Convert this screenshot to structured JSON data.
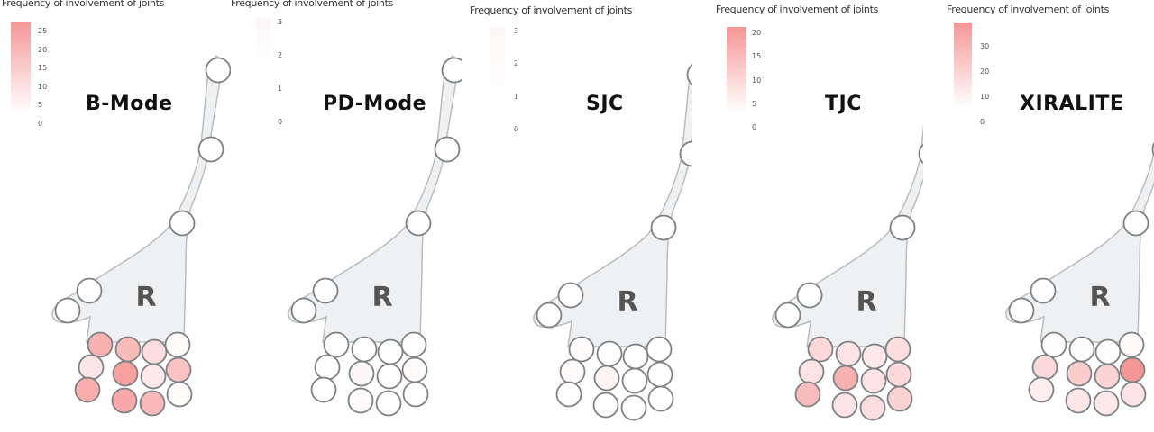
{
  "chart_data": {
    "type": "heatmap",
    "subtype": "hand-joint-diagram",
    "side_label": "R",
    "color_low": "#ffffff",
    "color_high": "#f58a8a",
    "joint_layout": {
      "rows": [
        "MCP",
        "PIP",
        "DIP"
      ],
      "columns_left_to_right": [
        "finger-1",
        "finger-2",
        "finger-3",
        "finger-4"
      ],
      "extra_joints": [
        "thumb-IP",
        "thumb-MCP",
        "wrist-1",
        "wrist-2",
        "wrist-3"
      ]
    },
    "panels": [
      {
        "title": "B-Mode",
        "legend_title": "Frequency of involvement of joints",
        "legend_ticks": [
          "25",
          "20",
          "15",
          "10",
          "5",
          "0"
        ],
        "scale_max": 27,
        "values": {
          "MCP": [
            18,
            16,
            8,
            1
          ],
          "PIP": [
            6,
            22,
            5,
            14
          ],
          "DIP": [
            19,
            20,
            16,
            1
          ],
          "thumb": [
            0,
            0
          ],
          "wrist": [
            0,
            0,
            0
          ]
        }
      },
      {
        "title": "PD-Mode",
        "legend_title": "Frequency of involvement of joints",
        "legend_ticks": [
          "3",
          "2",
          "1",
          "0"
        ],
        "scale_max": 3,
        "values": {
          "MCP": [
            0,
            0,
            0,
            0
          ],
          "PIP": [
            0,
            0.2,
            0,
            0.1
          ],
          "DIP": [
            0,
            0.1,
            0,
            0
          ],
          "thumb": [
            0,
            0
          ],
          "wrist": [
            0,
            0,
            0
          ]
        }
      },
      {
        "title": "SJC",
        "legend_title": "Frequency of involvement of joints",
        "legend_ticks": [
          "3",
          "2",
          "1",
          "0"
        ],
        "scale_max": 3,
        "values": {
          "MCP": [
            0.1,
            0,
            0,
            0
          ],
          "PIP": [
            0.1,
            0.3,
            0,
            0
          ],
          "DIP": [
            0,
            0,
            0,
            0
          ],
          "thumb": [
            0,
            0
          ],
          "wrist": [
            0,
            0,
            0
          ]
        }
      },
      {
        "title": "TJC",
        "legend_title": "Frequency of involvement of joints",
        "legend_ticks": [
          "20",
          "15",
          "10",
          "5",
          "0"
        ],
        "scale_max": 21,
        "values": {
          "MCP": [
            7,
            5,
            4,
            6
          ],
          "PIP": [
            5,
            14,
            5,
            7
          ],
          "DIP": [
            12,
            5,
            6,
            8
          ],
          "thumb": [
            0,
            0
          ],
          "wrist": [
            0,
            0,
            0
          ]
        }
      },
      {
        "title": "XIRALITE",
        "legend_title": "Frequency of involvement of joints",
        "legend_ticks": [
          "30",
          "20",
          "10",
          "0"
        ],
        "scale_max": 37,
        "values": {
          "MCP": [
            1,
            1,
            1,
            2
          ],
          "PIP": [
            12,
            16,
            14,
            33
          ],
          "DIP": [
            5,
            8,
            7,
            9
          ],
          "thumb": [
            0,
            0
          ],
          "wrist": [
            0,
            0,
            0
          ]
        }
      }
    ]
  }
}
